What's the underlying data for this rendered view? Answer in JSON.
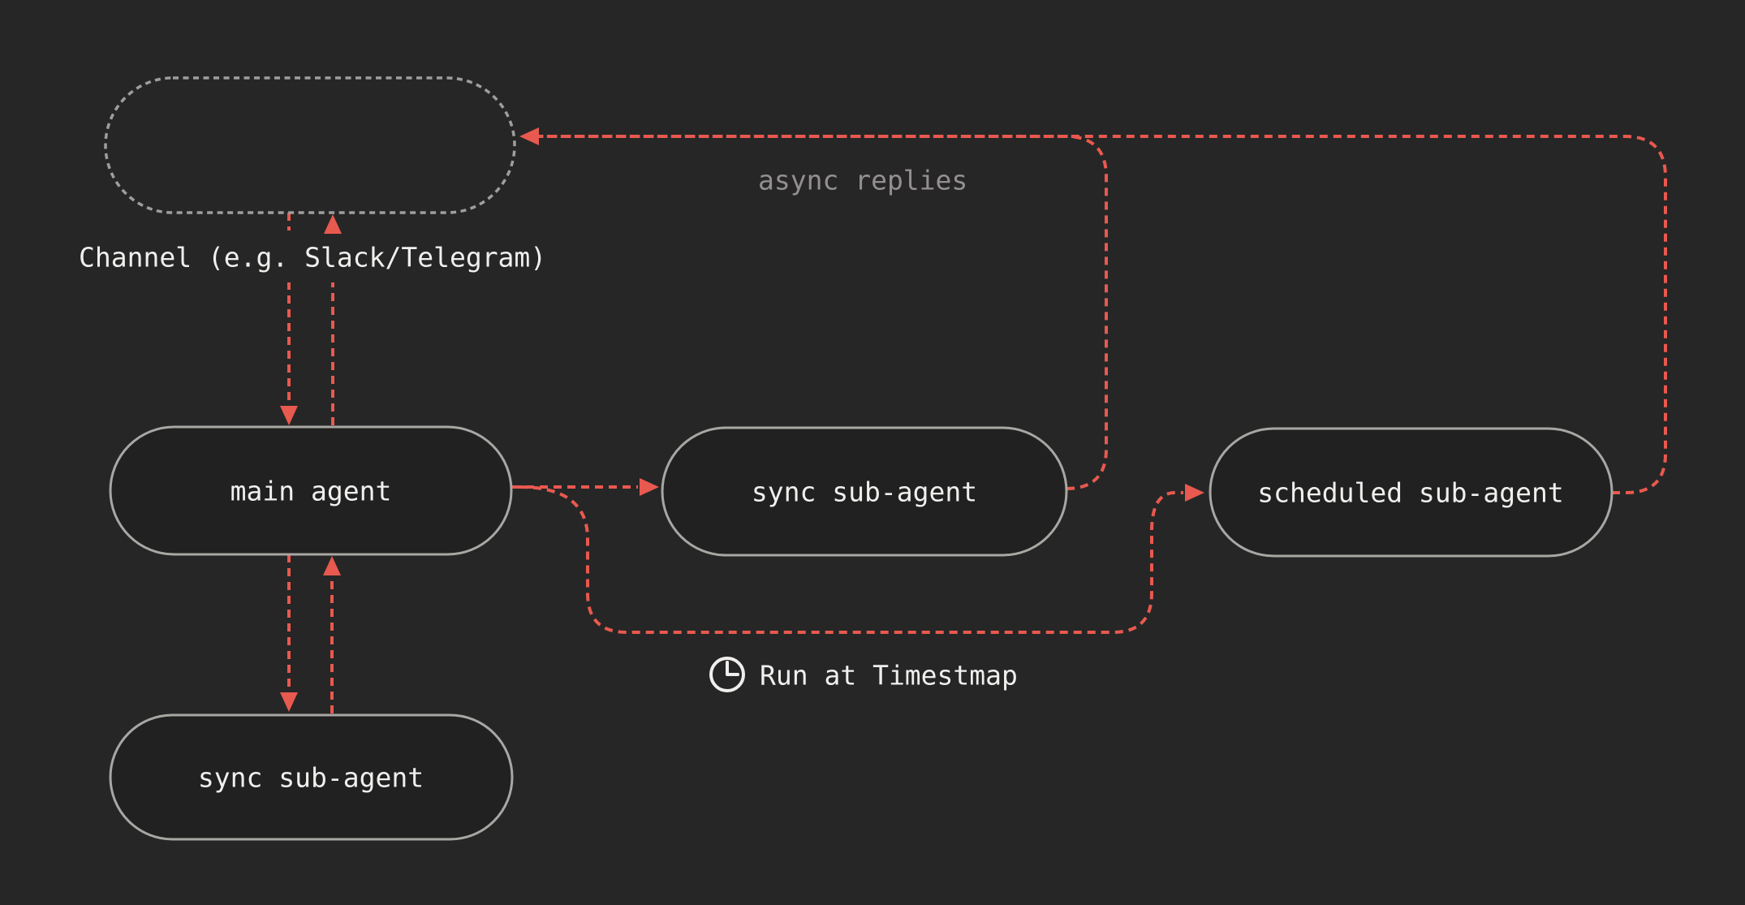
{
  "diagram": {
    "colors": {
      "background": "#262626",
      "node_fill": "#212121",
      "node_border": "#a9a7a4",
      "channel_border": "#9e9e9e",
      "edge": "#e8594f",
      "text": "#f0efed",
      "muted_text": "#948f90"
    },
    "nodes": [
      {
        "id": "channel-placeholder",
        "label": "",
        "style": "dashed"
      },
      {
        "id": "main-agent",
        "label": "main agent",
        "style": "solid"
      },
      {
        "id": "sync-sub-agent",
        "label": "sync sub-agent",
        "style": "solid"
      },
      {
        "id": "scheduled-sub-agent",
        "label": "scheduled sub-agent",
        "style": "solid"
      },
      {
        "id": "sync-sub-agent-bottom",
        "label": "sync sub-agent",
        "style": "solid"
      }
    ],
    "annotations": {
      "channel_label": "Channel (e.g. Slack/Telegram)",
      "async_label": "async replies",
      "run_at_label": "Run at Timestmap"
    },
    "edges": [
      {
        "from": "channel-placeholder",
        "to": "main-agent",
        "style": "dashed-red-arrow"
      },
      {
        "from": "main-agent",
        "to": "channel-placeholder",
        "style": "dashed-red-arrow"
      },
      {
        "from": "main-agent",
        "to": "sync-sub-agent-bottom",
        "style": "dashed-red-arrow"
      },
      {
        "from": "sync-sub-agent-bottom",
        "to": "main-agent",
        "style": "dashed-red-arrow"
      },
      {
        "from": "main-agent",
        "to": "sync-sub-agent",
        "style": "dashed-red-arrow"
      },
      {
        "from": "main-agent",
        "to": "scheduled-sub-agent",
        "style": "dashed-red-arrow"
      },
      {
        "from": "sync-sub-agent",
        "to": "channel-placeholder",
        "style": "dashed-red-arrow"
      },
      {
        "from": "scheduled-sub-agent",
        "to": "channel-placeholder",
        "style": "dashed-red-arrow"
      }
    ]
  }
}
